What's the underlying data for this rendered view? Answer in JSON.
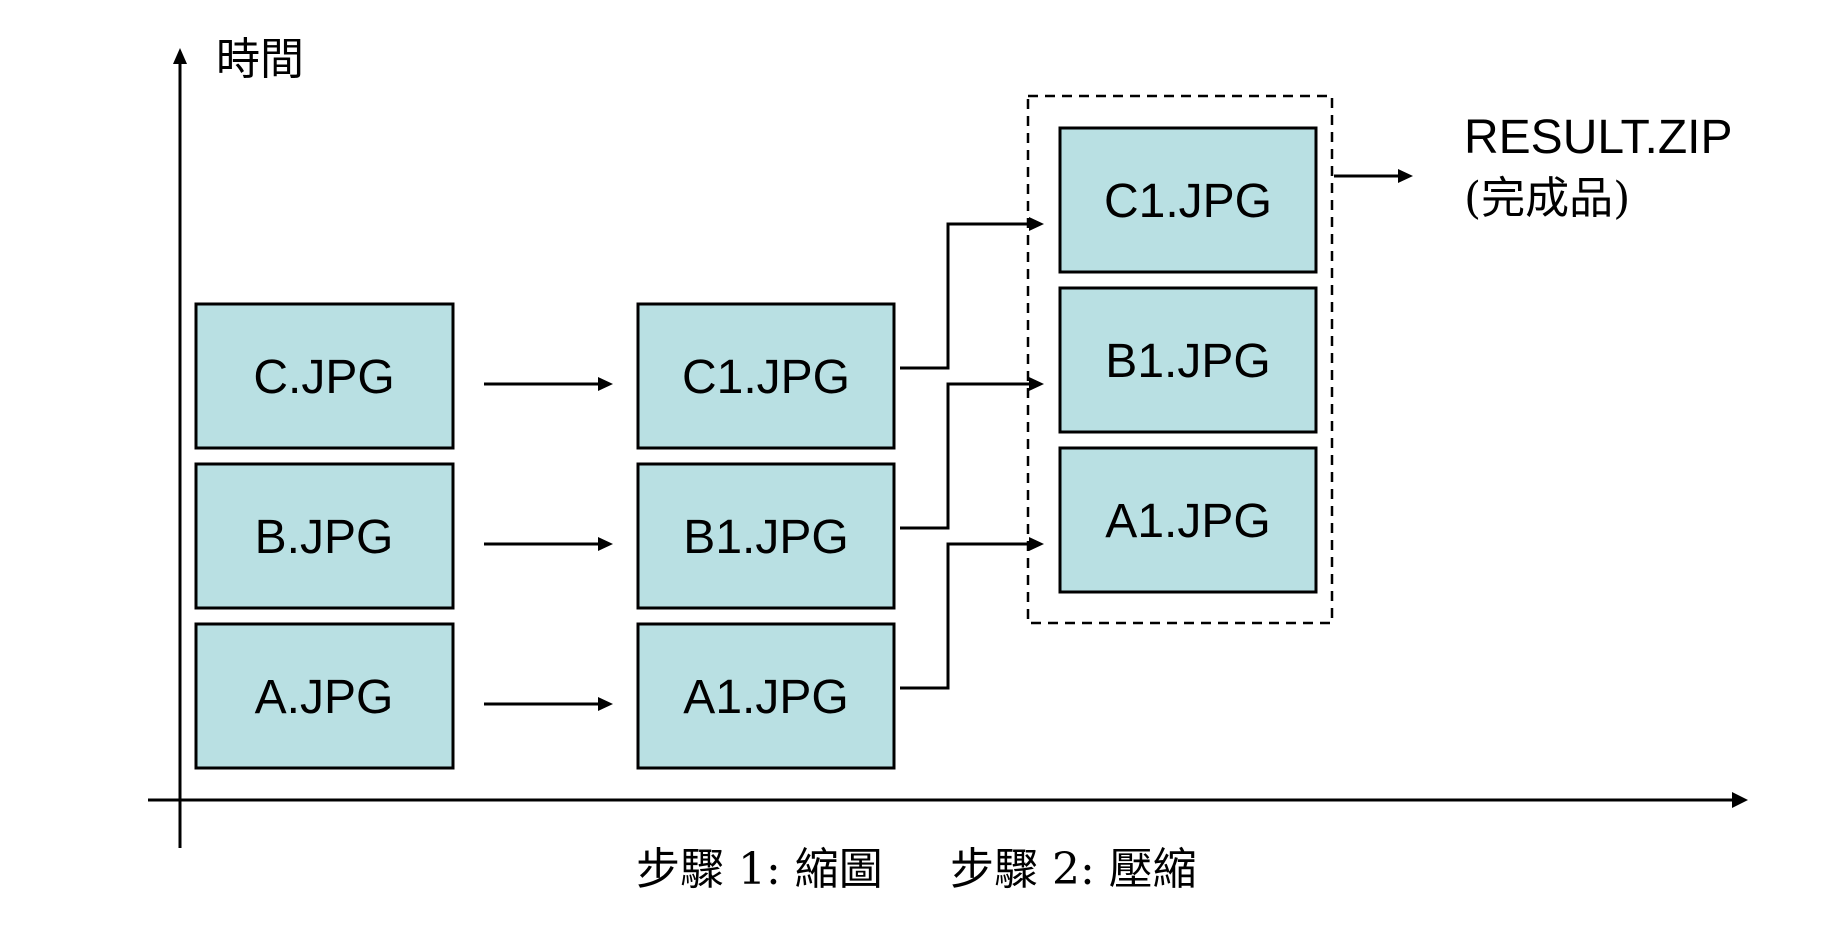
{
  "diagram": {
    "y_axis_label": "時間",
    "columns": [
      {
        "name": "input",
        "items": [
          "C.JPG",
          "B.JPG",
          "A.JPG"
        ]
      },
      {
        "name": "step1",
        "items": [
          "C1.JPG",
          "B1.JPG",
          "A1.JPG"
        ]
      },
      {
        "name": "step2",
        "items": [
          "C1.JPG",
          "B1.JPG",
          "A1.JPG"
        ]
      }
    ],
    "steps": [
      "步驟 1: 縮圖",
      "步驟 2: 壓縮"
    ],
    "result": {
      "line1": "RESULT.ZIP",
      "line2": "(完成品)"
    },
    "colors": {
      "box_fill": "#b9e0e3",
      "stroke": "#000000"
    }
  }
}
